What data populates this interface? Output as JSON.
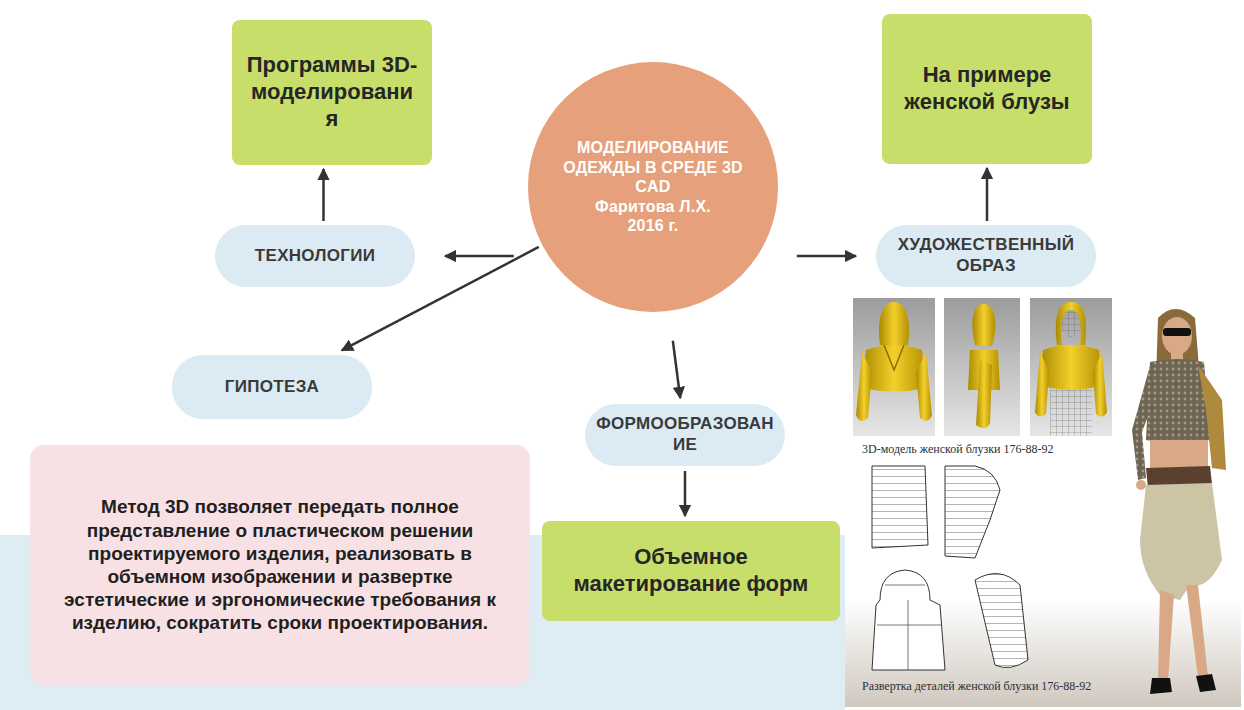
{
  "diagram": {
    "nodes": [
      {
        "text": [
          "Программы 3D-моделирования"
        ]
      },
      {
        "text": [
          "На примере женской блузы"
        ]
      },
      {
        "text": [
          "ТЕХНОЛОГИИ"
        ]
      },
      {
        "text": [
          "МОДЕЛИРОВАНИЕ ОДЕЖДЫ В СРЕДЕ 3D CAD",
          "Фаритова Л.Х.",
          "2016 г."
        ]
      },
      {
        "text": [
          "ХУДОЖЕСТВЕННЫЙ ОБРАЗ"
        ]
      },
      {
        "text": [
          "ГИПОТЕЗА"
        ]
      },
      {
        "text": [
          "ФОРМООБРАЗОВАНИЕ"
        ]
      },
      {
        "text": [
          "Метод 3D позволяет передать полное представление о пластическом решении проектируемого изделия, реализовать в объемном изображении и развертке эстетические и эргономические требования к изделию, сократить сроки проектирования."
        ]
      },
      {
        "text": [
          "Объемное макетирование форм"
        ]
      }
    ],
    "edges": [
      {
        "from": 3,
        "to": 2,
        "arrow": "to"
      },
      {
        "from": 2,
        "to": 0,
        "arrow": "to"
      },
      {
        "from": 3,
        "to": 5,
        "arrow": "to"
      },
      {
        "from": 3,
        "to": 6,
        "arrow": "to"
      },
      {
        "from": 6,
        "to": 8,
        "arrow": "to"
      },
      {
        "from": 3,
        "to": 4,
        "arrow": "to"
      },
      {
        "from": 4,
        "to": 1,
        "arrow": "to"
      }
    ],
    "labels": [
      "3D-модель женской блузки 176-88-92",
      "Развертка деталей женской блузки 176-88-92"
    ]
  }
}
